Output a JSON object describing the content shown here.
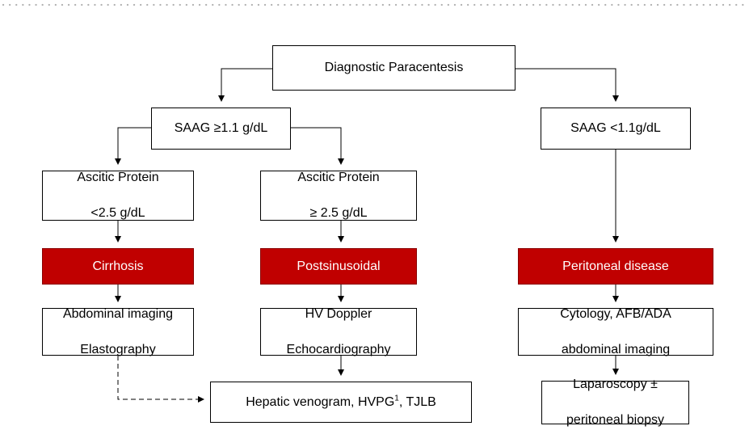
{
  "colors": {
    "highlight": "#c00000",
    "border": "#000000",
    "dots": "#b0b0b0"
  },
  "nodes": {
    "root": "Diagnostic Paracentesis",
    "saag_high": "SAAG ≥1.1 g/dL",
    "saag_low": "SAAG <1.1g/dL",
    "protein_low_line1": "Ascitic Protein",
    "protein_low_line2": "<2.5 g/dL",
    "protein_high_line1": "Ascitic Protein",
    "protein_high_line2": "≥ 2.5 g/dL",
    "cirrhosis": "Cirrhosis",
    "postsinusoidal": "Postsinusoidal",
    "peritoneal": "Peritoneal disease",
    "imaging_line1": "Abdominal imaging",
    "imaging_line2": "Elastography",
    "doppler_line1": "HV Doppler",
    "doppler_line2": "Echocardiography",
    "cytology_line1": "Cytology, AFB/ADA",
    "cytology_line2": "abdominal imaging",
    "venogram_pre": "Hepatic venogram, HVPG",
    "venogram_sup": "1",
    "venogram_post": ", TJLB",
    "laparoscopy_line1": "Laparoscopy ±",
    "laparoscopy_line2": "peritoneal biopsy"
  }
}
